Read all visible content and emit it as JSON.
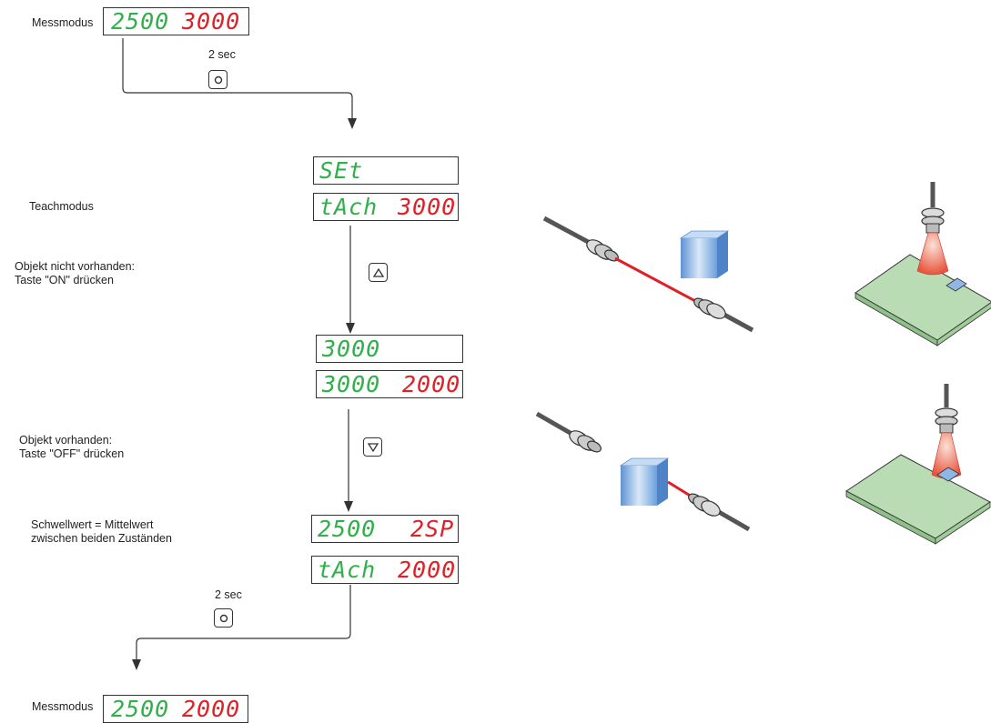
{
  "labels": {
    "messmodus_top": "Messmodus",
    "teachmodus": "Teachmodus",
    "obj_absent": "Objekt nicht vorhanden:\nTaste \"ON\" drücken",
    "obj_present": "Objekt vorhanden:\nTaste \"OFF\" drücken",
    "threshold": "Schwellwert = Mittelwert\nzwischen beiden Zuständen",
    "messmodus_bottom": "Messmodus",
    "hold_top": "2 sec",
    "hold_bottom": "2 sec"
  },
  "displays": {
    "d1": {
      "left": "2500",
      "right": "3000"
    },
    "d2": {
      "left": "SEt",
      "right": ""
    },
    "d3": {
      "left": "tAch",
      "right": "3000"
    },
    "d4": {
      "left": "3000",
      "right": ""
    },
    "d5": {
      "left": "3000",
      "right": "2000"
    },
    "d6": {
      "left": "2500",
      "right": "2SP"
    },
    "d7": {
      "left": "tAch",
      "right": "2000"
    },
    "d8": {
      "left": "2500",
      "right": "2000"
    }
  },
  "colors": {
    "left_digits": "#2fb04a",
    "right_digits": "#e01f26",
    "beam": "#e01f26",
    "plate": "#b9dcb4",
    "target": "#8fb7e6"
  },
  "icons": [
    "set-button-icon",
    "up-button-icon",
    "down-button-icon",
    "set-button-icon"
  ]
}
